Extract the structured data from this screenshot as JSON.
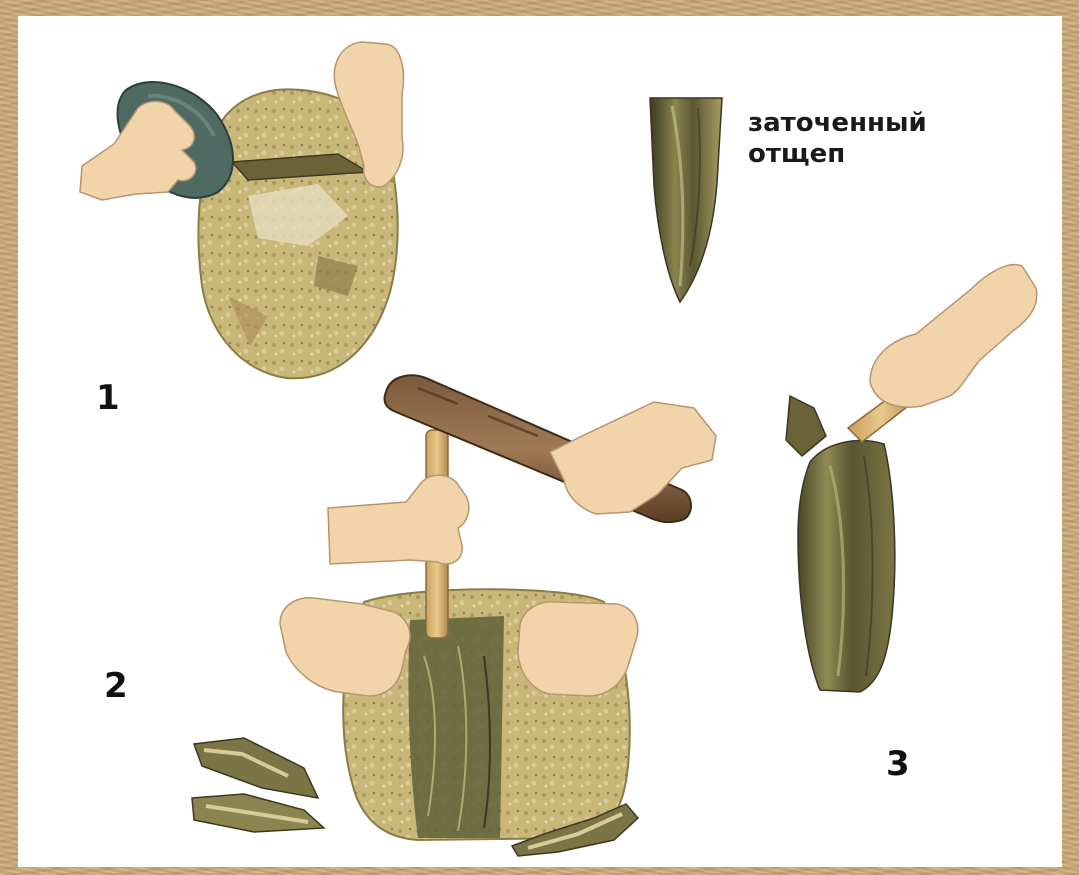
{
  "steps": [
    {
      "number": "1"
    },
    {
      "number": "2"
    },
    {
      "number": "3"
    }
  ],
  "caption": {
    "line1": "заточенный",
    "line2": "отщеп"
  }
}
